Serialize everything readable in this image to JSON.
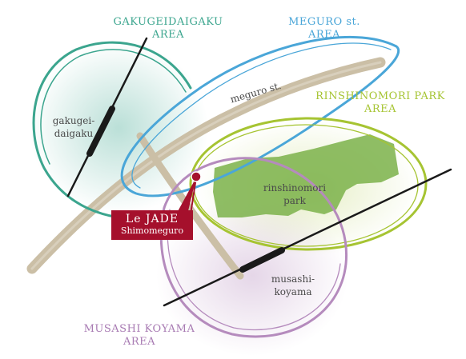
{
  "colors": {
    "gakugei": "#3ba58e",
    "meguro": "#4aa6d8",
    "rinshinomori": "#a6c432",
    "musashi": "#b58bbd",
    "park_fill": "#7bb24a",
    "road": "#cbbfa6",
    "rail": "#1a1a1a",
    "marker": "#a5102c"
  },
  "areas": {
    "gakugei": "GAKUGEIDAIGAKU\nAREA",
    "meguro": "MEGURO st.\nAREA",
    "rinshinomori": "RINSHINOMORI PARK\nAREA",
    "musashi": "MUSASHI KOYAMA\nAREA"
  },
  "places": {
    "gakugei_station": "gakugei-\ndaigaku",
    "park": "rinshinomori\npark",
    "musashi_station": "musashi-\nkoyama"
  },
  "roads": {
    "meguro_st": "meguro st."
  },
  "marker": {
    "line1": "Le  JADE",
    "line2": "Shimomeguro"
  }
}
